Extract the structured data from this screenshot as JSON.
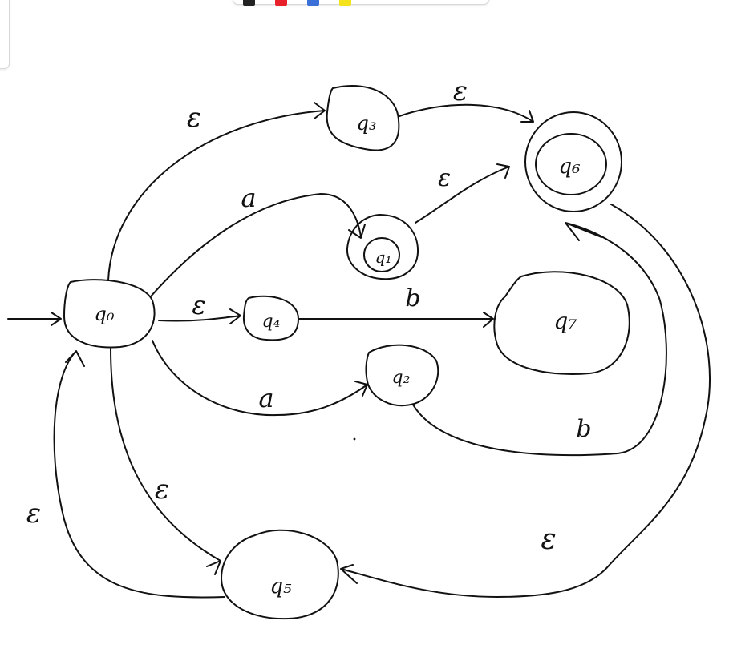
{
  "toolbar": {
    "colors": [
      "#222222",
      "#e8202a",
      "#3a6fd8",
      "#f4e21a"
    ]
  },
  "states": {
    "q0": "q₀",
    "q1": "q₁",
    "q2": "q₂",
    "q3": "q₃",
    "q4": "q₄",
    "q5": "q₅",
    "q6": "q₆",
    "q7": "q₇"
  },
  "transitions": {
    "q0_q3": "ε",
    "q3_q6": "ε",
    "q0_q1": "a",
    "q1_q6": "ε",
    "q0_q4": "ε",
    "q4_q7": "b",
    "q0_q2": "a",
    "q2_q6": "b",
    "q0_q5": "ε",
    "q6_q5": "ε",
    "q5_q0": "ε"
  }
}
